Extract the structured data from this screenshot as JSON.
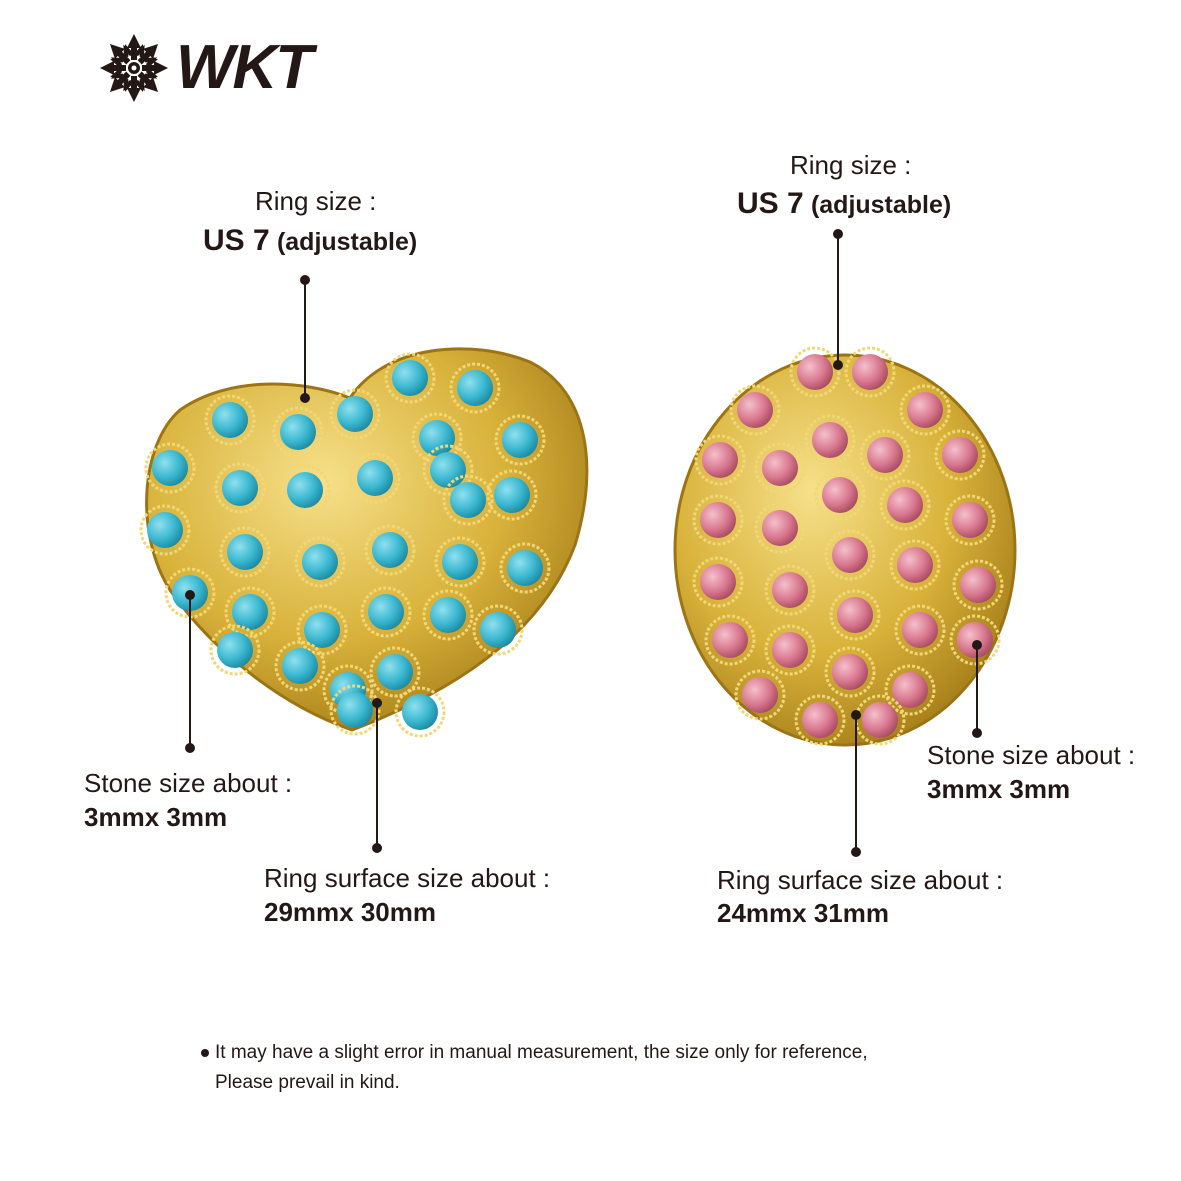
{
  "brand": {
    "name": "WKT",
    "logo_icon": "snowflake-icon"
  },
  "left_ring": {
    "stone_color": "#3ab7cf",
    "ring_size_label": "Ring size :",
    "ring_size_value": "US 7",
    "ring_size_note": "(adjustable)",
    "stone_size_label": "Stone size about :",
    "stone_size_value": "3mmx 3mm",
    "surface_size_label": "Ring surface size about :",
    "surface_size_value": "29mmx 30mm"
  },
  "right_ring": {
    "stone_color": "#d9788e",
    "ring_size_label": "Ring size :",
    "ring_size_value": "US 7",
    "ring_size_note": "(adjustable)",
    "stone_size_label": "Stone size about :",
    "stone_size_value": "3mmx 3mm",
    "surface_size_label": "Ring surface size about :",
    "surface_size_value": "24mmx 31mm"
  },
  "disclaimer": {
    "line1": "It may have a slight error in manual measurement, the size only for reference,",
    "line2": "Please prevail in kind."
  },
  "colors": {
    "gold": "#d8b23a",
    "gold_dark": "#a97f17",
    "text": "#231815"
  }
}
